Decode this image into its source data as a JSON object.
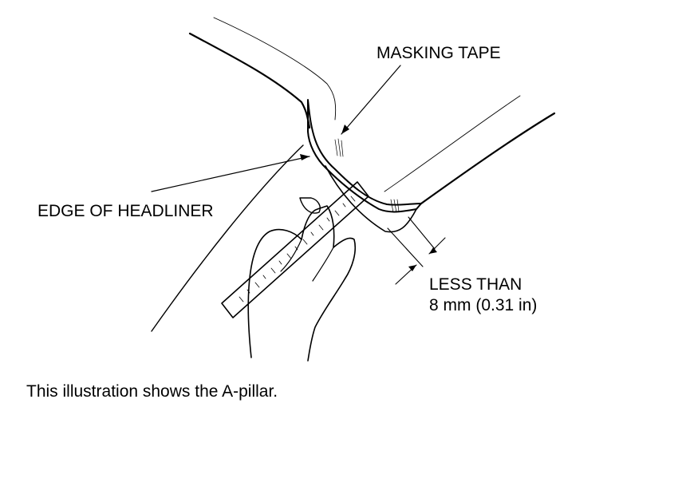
{
  "labels": {
    "masking_tape": "MASKING TAPE",
    "edge_of_headliner": "EDGE OF HEADLINER",
    "less_than": "LESS THAN",
    "dimension": "8 mm (0.31 in)"
  },
  "caption": "This illustration shows the A-pillar."
}
